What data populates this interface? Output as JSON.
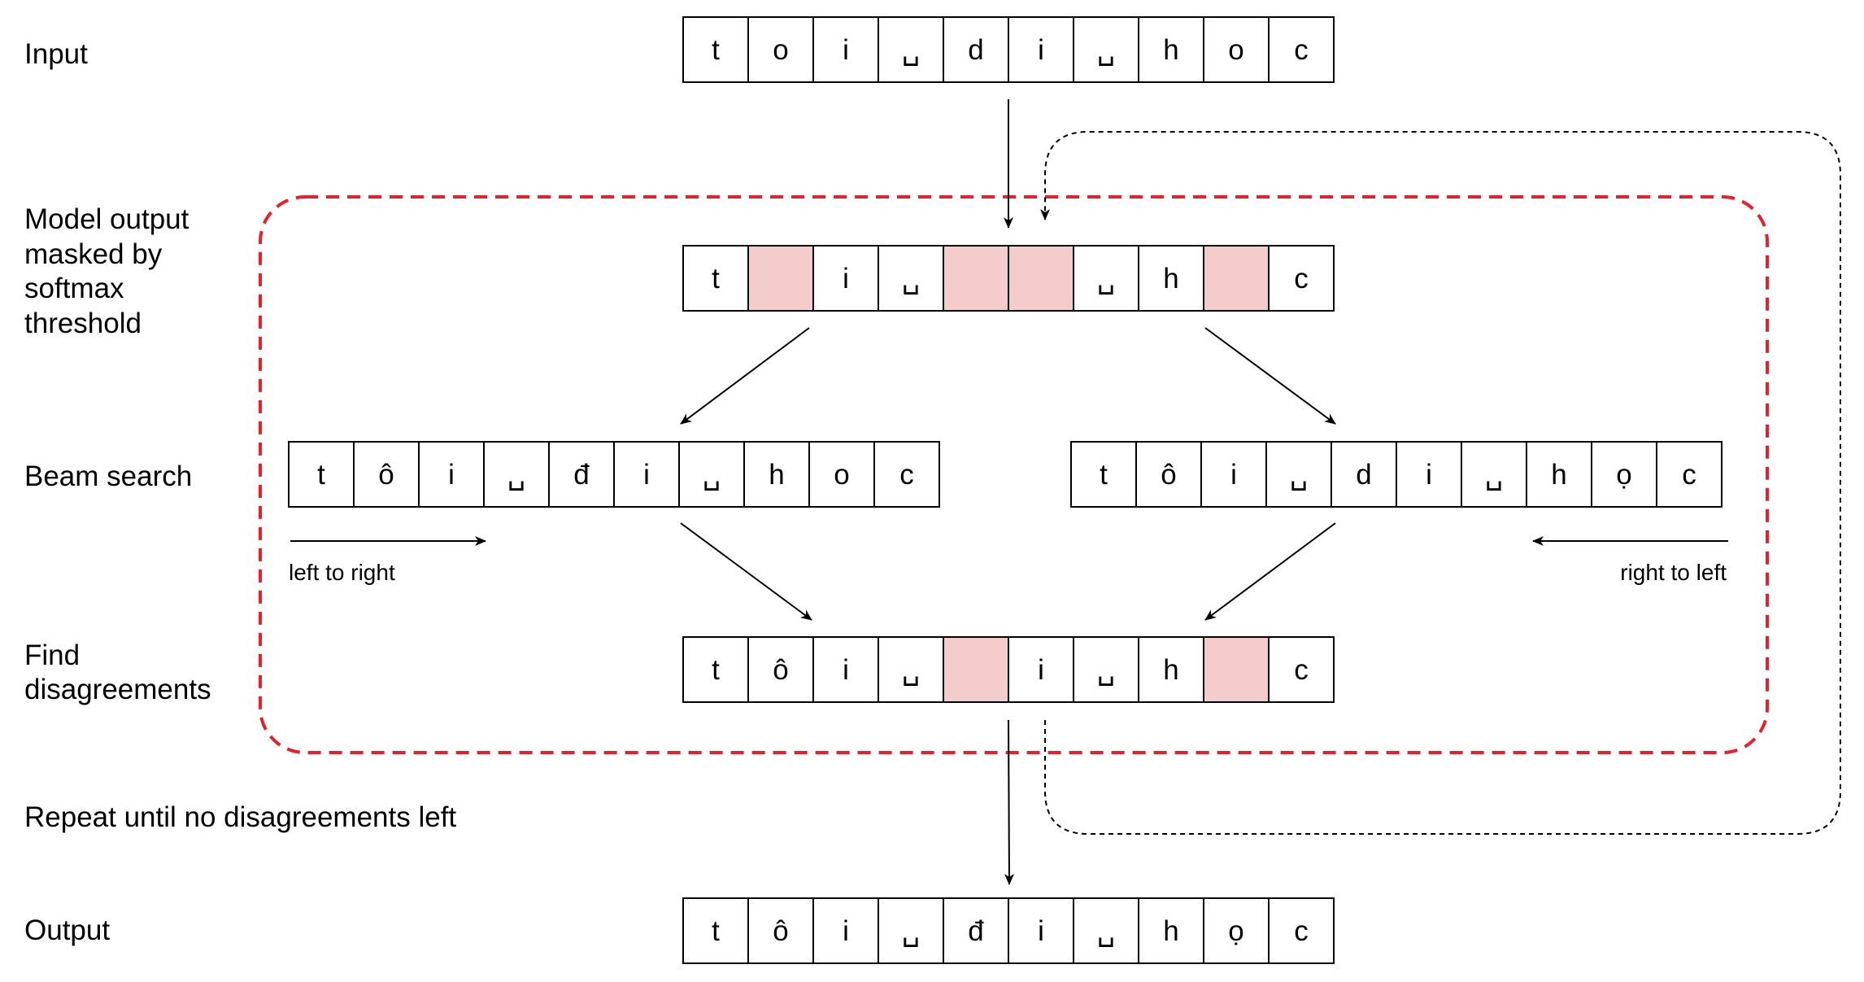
{
  "colors": {
    "masked_fill": "#f4cccc",
    "cell_fill": "#ffffff",
    "region_stroke": "#e8202a"
  },
  "labels": {
    "input": "Input",
    "model_output": [
      "Model output",
      "masked by",
      "softmax",
      "threshold"
    ],
    "beam_search": "Beam search",
    "find_disagreements": [
      "Find",
      "disagreements"
    ],
    "repeat": "Repeat until no disagreements left",
    "output": "Output",
    "left_to_right": "left to right",
    "right_to_left": "right to left"
  },
  "rows": {
    "input": [
      "t",
      "o",
      "i",
      "␣",
      "d",
      "i",
      "␣",
      "h",
      "o",
      "c"
    ],
    "model_output": [
      "t",
      "",
      "i",
      "␣",
      "",
      "",
      "␣",
      "h",
      "",
      "c"
    ],
    "beam_ltr": [
      "t",
      "ô",
      "i",
      "␣",
      "đ",
      "i",
      "␣",
      "h",
      "o",
      "c"
    ],
    "beam_rtl": [
      "t",
      "ô",
      "i",
      "␣",
      "d",
      "i",
      "␣",
      "h",
      "ọ",
      "c"
    ],
    "disagreements": [
      "t",
      "ô",
      "i",
      "␣",
      "",
      "i",
      "␣",
      "h",
      "",
      "c"
    ],
    "output": [
      "t",
      "ô",
      "i",
      "␣",
      "đ",
      "i",
      "␣",
      "h",
      "ọ",
      "c"
    ]
  },
  "masked": {
    "model_output": [
      1,
      4,
      5,
      8
    ],
    "disagreements": [
      4,
      8
    ]
  }
}
